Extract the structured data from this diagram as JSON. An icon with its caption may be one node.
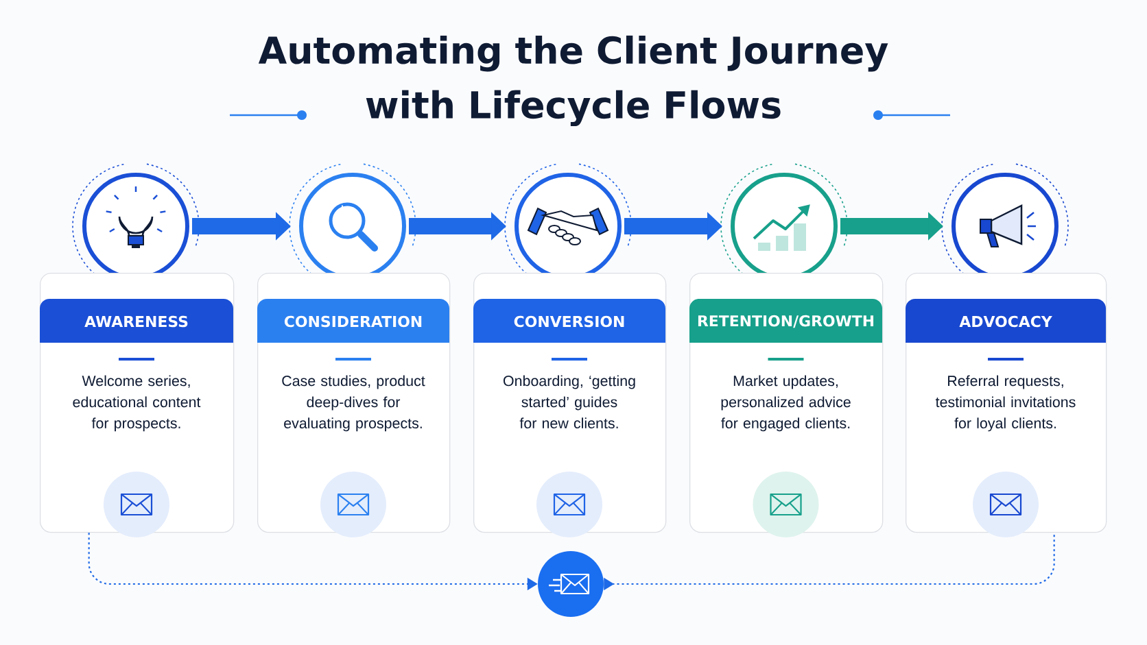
{
  "diagram": {
    "title": "Automating the Client Journey with Lifecycle Flows",
    "nodes": [
      {
        "text": [],
        "shape": "circle"
      },
      {
        "text": [],
        "shape": "circle"
      },
      {
        "text": [],
        "shape": "circle"
      },
      {
        "text": [],
        "shape": "circle"
      },
      {
        "text": [],
        "shape": "circle"
      },
      {
        "text": [
          "AWARENESS",
          "Welcome series, educational content for prospects."
        ]
      },
      {
        "text": [
          "CONSIDERATION",
          "Case studies, product deep-dives for evaluating prospects."
        ]
      },
      {
        "text": [
          "CONVERSION",
          "Onboarding, ‘getting started’ guides for new clients."
        ]
      },
      {
        "text": [
          "RETENTION/GROWTH",
          "Market updates, personalized advice for engaged clients."
        ]
      },
      {
        "text": [
          "ADVOCACY",
          "Referral requests, testimonial invitations for loyal clients."
        ]
      },
      {
        "text": [],
        "shape": "circle"
      }
    ],
    "edges": [
      {
        "from": 0,
        "to": 1,
        "arrow": "to"
      },
      {
        "from": 1,
        "to": 2,
        "arrow": "to"
      },
      {
        "from": 2,
        "to": 3,
        "arrow": "to"
      },
      {
        "from": 3,
        "to": 4,
        "arrow": "to",
        "color": "#17a08b"
      },
      {
        "from": 5,
        "to": 10,
        "arrow": "to",
        "style": "dashed"
      },
      {
        "from": 10,
        "to": 9,
        "arrow": "to",
        "style": "dashed"
      }
    ]
  }
}
